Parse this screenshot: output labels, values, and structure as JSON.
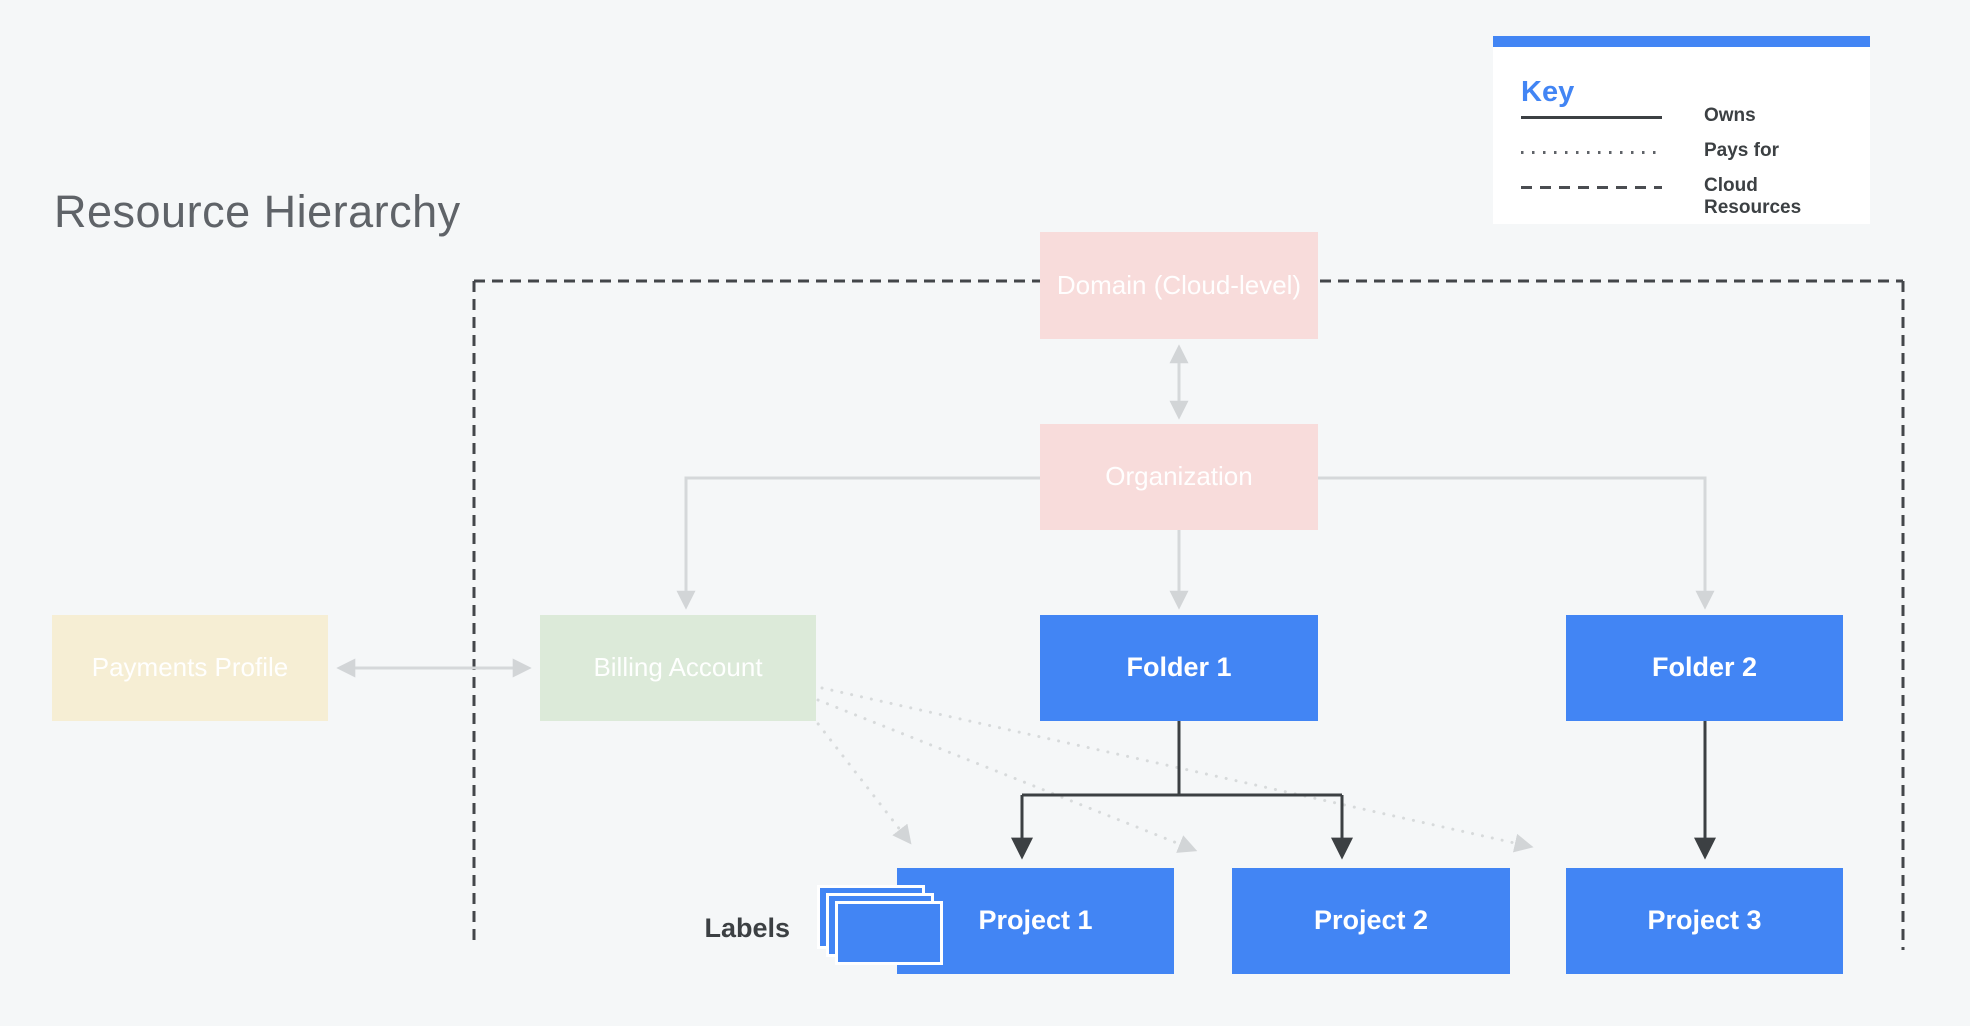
{
  "title": "Resource Hierarchy",
  "key": {
    "heading": "Key",
    "entries": [
      {
        "label": "Owns",
        "line_style": "solid"
      },
      {
        "label": "Pays for",
        "line_style": "dotted"
      },
      {
        "label": "Cloud Resources",
        "line_style": "dashed"
      }
    ]
  },
  "nodes": [
    {
      "id": "domain",
      "label": "Domain (Cloud-level)",
      "color": "#f8dcdb"
    },
    {
      "id": "organization",
      "label": "Organization",
      "color": "#f8dcdb"
    },
    {
      "id": "payments-profile",
      "label": "Payments Profile",
      "color": "#f6eed4"
    },
    {
      "id": "billing-account",
      "label": "Billing Account",
      "color": "#dcead9"
    },
    {
      "id": "folder-1",
      "label": "Folder 1",
      "color": "#4285f4"
    },
    {
      "id": "folder-2",
      "label": "Folder 2",
      "color": "#4285f4"
    },
    {
      "id": "project-1",
      "label": "Project 1",
      "color": "#4285f4"
    },
    {
      "id": "project-2",
      "label": "Project 2",
      "color": "#4285f4"
    },
    {
      "id": "project-3",
      "label": "Project 3",
      "color": "#4285f4"
    }
  ],
  "annotations": {
    "labels_caption": "Labels"
  },
  "colors": {
    "background": "#f5f7f8",
    "accent_blue": "#4285f4",
    "pastel_pink": "#f8dcdb",
    "pastel_cream": "#f6eed4",
    "pastel_green": "#dcead9",
    "title_gray": "#5f6368",
    "dark_line": "#3c4043",
    "light_line": "#d5d8da"
  }
}
